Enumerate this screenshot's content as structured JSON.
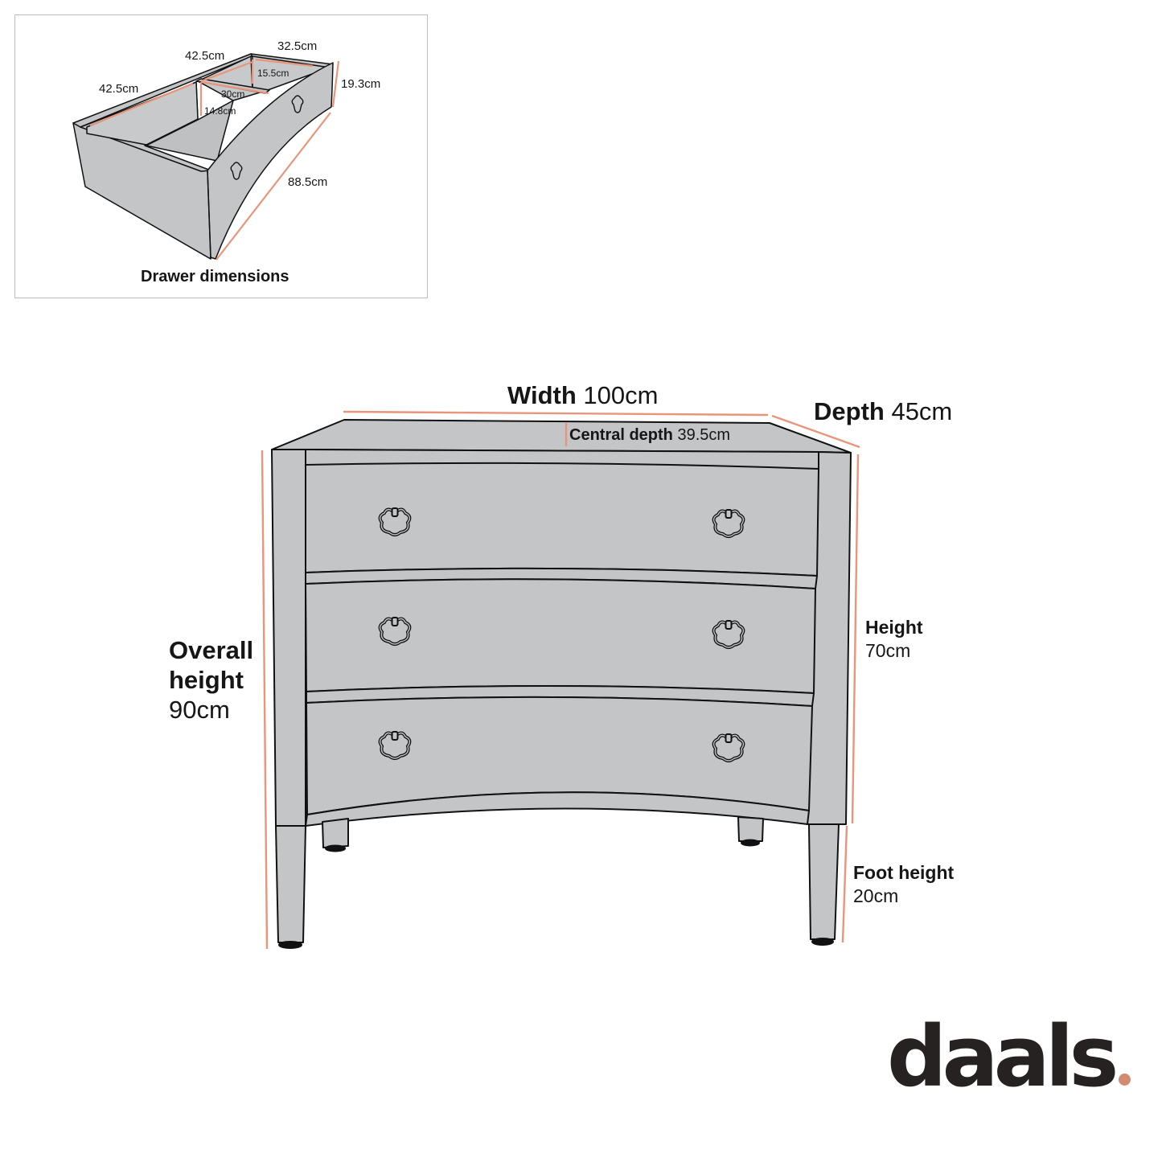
{
  "colors": {
    "accent": "#E8957A",
    "furniture_fill": "#C4C5C7",
    "outline": "#111111",
    "text": "#161616",
    "inset_border": "#BDBDBD",
    "logo_dot": "#D28B70"
  },
  "drawer_inset": {
    "caption": "Drawer dimensions",
    "labels": {
      "top_back_length": "42.5cm",
      "side_length": "42.5cm",
      "back_width": "32.5cm",
      "height": "19.3cm",
      "inner_rear_height": "15.5cm",
      "divider_width": "30cm",
      "inner_front_height": "14.8cm",
      "front_length": "88.5cm"
    }
  },
  "main_diagram": {
    "width": {
      "label": "Width",
      "value": "100cm"
    },
    "depth": {
      "label": "Depth",
      "value": "45cm"
    },
    "central_depth": {
      "label": "Central depth",
      "value": "39.5cm"
    },
    "overall_height": {
      "label_line1": "Overall",
      "label_line2": "height",
      "value": "90cm"
    },
    "height": {
      "label": "Height",
      "value": "70cm"
    },
    "foot_height": {
      "label": "Foot height",
      "value": "20cm"
    },
    "drawers": 3,
    "handles_per_drawer": 2
  },
  "brand": {
    "name": "daals"
  }
}
